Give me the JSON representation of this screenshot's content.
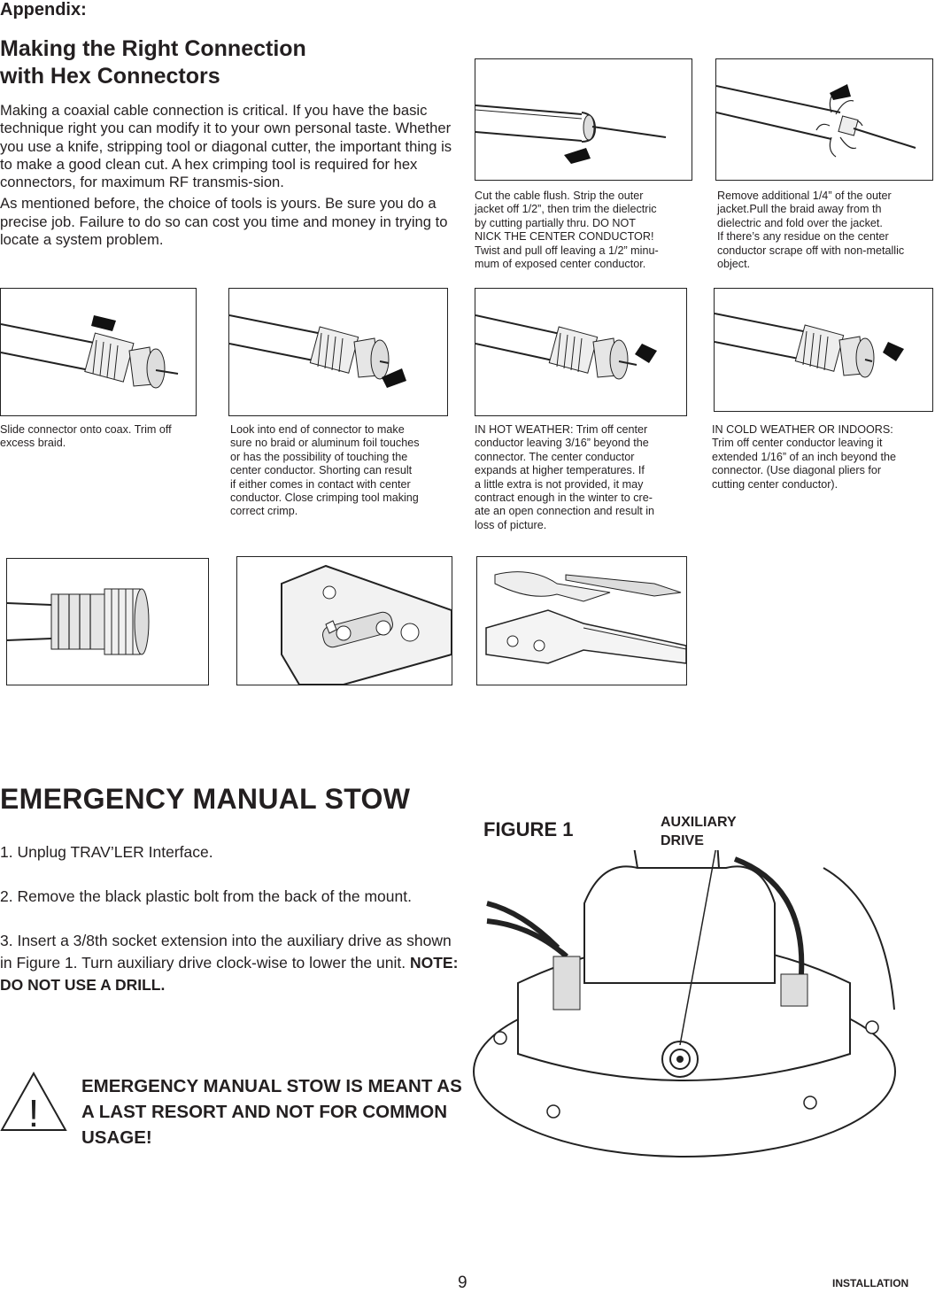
{
  "header": {
    "appendix": "Appendix:",
    "title_line1": "Making the Right Connection",
    "title_line2": "with Hex Connectors"
  },
  "intro": {
    "p1": "Making a coaxial cable connection is critical. If you have the basic technique right you can modify it to your own personal taste. Whether you use a knife, stripping tool or diagonal cutter, the important thing is to make a good clean cut. A hex crimping tool is required for hex connectors, for maximum RF transmis-sion.",
    "p2": "As mentioned before, the choice of tools is yours. Be sure you do a precise job. Failure to do so can cost you time and money in trying to locate a system problem."
  },
  "captions": {
    "cut_flush": "Cut the cable flush. Strip the outer\njacket off 1/2”, then trim the dielectric\nby cutting partially thru. DO NOT\nNICK THE CENTER CONDUCTOR!\nTwist and pull off leaving a 1/2” minu-\nmum of exposed center conductor.",
    "remove_jacket": "Remove additional 1/4” of the outer\njacket.Pull the braid away from th\ndielectric and fold over the jacket.\nIf there’s any residue on the center\nconductor scrape off with non-metallic\nobject.",
    "slide_connector": "Slide connector onto coax. Trim off\nexcess braid.",
    "look_into": "Look into end of connector to make\nsure no braid or aluminum foil touches\nor has the possibility of touching the\ncenter conductor. Shorting can result\nif either comes in contact with center\nconductor. Close crimping tool making\ncorrect crimp.",
    "hot_weather": "IN HOT WEATHER: Trim off center\nconductor leaving 3/16” beyond the\nconnector. The center conductor\nexpands at higher temperatures. If\na little extra is not provided, it may\ncontract enough in the winter to cre-\nate an open connection and result in\nloss of picture.",
    "cold_weather": "IN COLD WEATHER OR INDOORS:\nTrim off center conductor leaving it\nextended 1/16” of an inch beyond the\nconnector. (Use diagonal pliers for\ncutting center conductor)."
  },
  "emergency": {
    "heading": "EMERGENCY MANUAL STOW",
    "step1": "1. Unplug TRAV’LER Interface.",
    "step2": "2. Remove the black plastic bolt from the back of the mount.",
    "step3": "3. Insert a 3/8th socket extension into the auxiliary drive as shown in Figure 1. Turn auxiliary drive clock-wise to lower the unit.",
    "note": "NOTE: DO NOT USE  A DRILL.",
    "warning_symbol": "!",
    "warning": "EMERGENCY MANUAL STOW IS MEANT AS A LAST RESORT AND NOT FOR COMMON USAGE!"
  },
  "figure1": {
    "label": "FIGURE 1",
    "callout": "AUXILIARY\nDRIVE"
  },
  "footer": {
    "page_number": "9",
    "section": "INSTALLATION"
  },
  "icons": {
    "warning": "warning-triangle-icon"
  }
}
